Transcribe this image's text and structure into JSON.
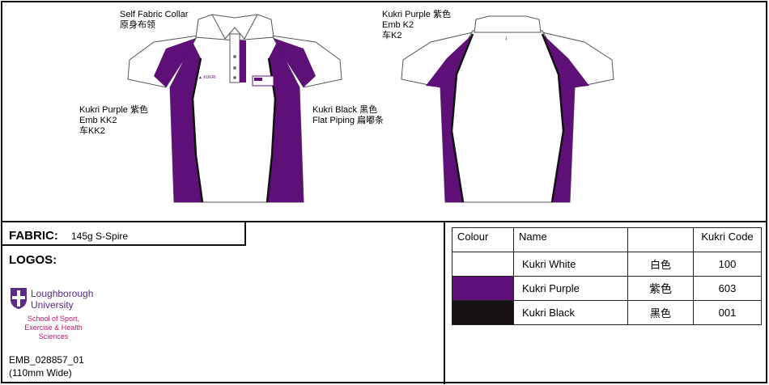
{
  "front_notes": {
    "collar": [
      "Self Fabric Collar",
      "原身布领"
    ],
    "left_panel": [
      "Kukri Purple  紫色",
      "Emb KK2",
      "车KK2"
    ],
    "piping": [
      "Kukri Black  黑色",
      "Flat Piping  扁嘟条"
    ]
  },
  "back_notes": {
    "emb": [
      "Kukri Purple  紫色",
      "Emb K2",
      "车K2"
    ]
  },
  "fabric": {
    "label": "FABRIC:",
    "value": "145g S-Spire"
  },
  "logos": {
    "label": "LOGOS:",
    "university_lines": [
      "Loughborough",
      "University"
    ],
    "school_lines": [
      "School of Sport,",
      "Exercise & Health Sciences"
    ],
    "emb_code": "EMB_028857_01",
    "width_note": "(110mm Wide)"
  },
  "colour_table": {
    "headers": [
      "Colour",
      "Name",
      "",
      "Kukri Code"
    ],
    "rows": [
      {
        "swatch": "#ffffff",
        "name": "Kukri White",
        "chinese": "白色",
        "code": "100"
      },
      {
        "swatch": "#5e0f78",
        "name": "Kukri Purple",
        "chinese": "紫色",
        "code": "603"
      },
      {
        "swatch": "#141014",
        "name": "Kukri Black",
        "chinese": "黑色",
        "code": "001"
      }
    ]
  },
  "colors": {
    "purple": "#5e0f78",
    "black": "#141014",
    "lu_purple": "#5a2a86",
    "lu_pink": "#c0186b"
  }
}
